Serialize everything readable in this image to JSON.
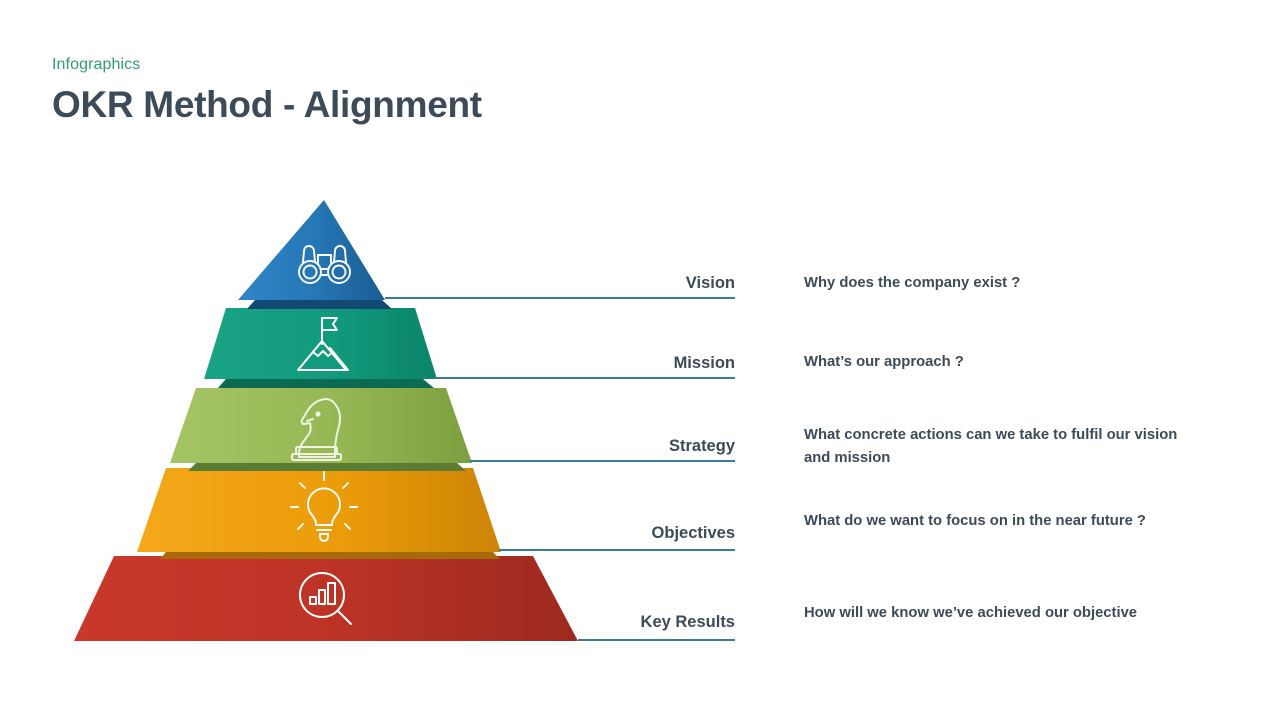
{
  "header": {
    "kicker": "Infographics",
    "title": "OKR Method - Alignment",
    "kicker_color": "#2f9e6e",
    "title_color": "#3d4a58"
  },
  "connector": {
    "color": "#3a7b9b"
  },
  "pyramid": {
    "tiers": [
      {
        "id": "vision",
        "label": "Vision",
        "icon": "binoculars-icon",
        "description": "Why does the company exist ?",
        "color_light": "#2f7fc0",
        "color_dark": "#1b5f93",
        "shadow": "#134a74"
      },
      {
        "id": "mission",
        "label": "Mission",
        "icon": "mountain-flag-icon",
        "description": "What’s our approach ?",
        "color_light": "#18a07e",
        "color_dark": "#0f8a72",
        "shadow": "#0a6b52"
      },
      {
        "id": "strategy",
        "label": "Strategy",
        "icon": "chess-knight-icon",
        "description": "What concrete actions can we take to fulfil our vision and mission",
        "color_light": "#9cbd5c",
        "color_dark": "#7a9e43",
        "shadow": "#5d7c33"
      },
      {
        "id": "objectives",
        "label": "Objectives",
        "icon": "lightbulb-icon",
        "description": "What do we want to focus on in the near future ?",
        "color_light": "#f0a50f",
        "color_dark": "#d98c06",
        "shadow": "#a8690a"
      },
      {
        "id": "key-results",
        "label": "Key Results",
        "icon": "chart-magnifier-icon",
        "description": "How will we know we’ve achieved our objective",
        "color_light": "#c9392b",
        "color_dark": "#9e2a20",
        "shadow": "#7d211a"
      }
    ]
  }
}
